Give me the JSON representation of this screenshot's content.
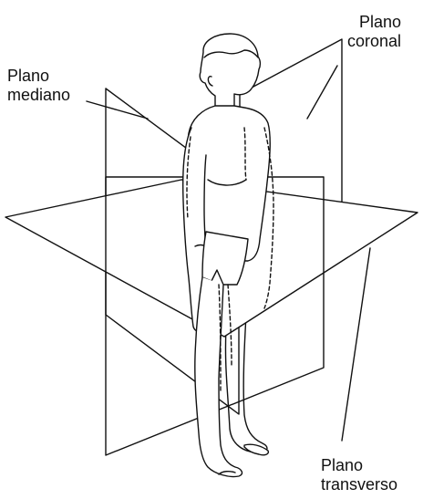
{
  "labels": {
    "median": {
      "line1": "Plano",
      "line2": "mediano"
    },
    "coronal": {
      "line1": "Plano",
      "line2": "coronal"
    },
    "transverse": {
      "line1": "Plano",
      "line2": "transverso"
    }
  },
  "colors": {
    "line": "#111111",
    "plane_fill": "#ffffff",
    "background": "#ffffff"
  }
}
